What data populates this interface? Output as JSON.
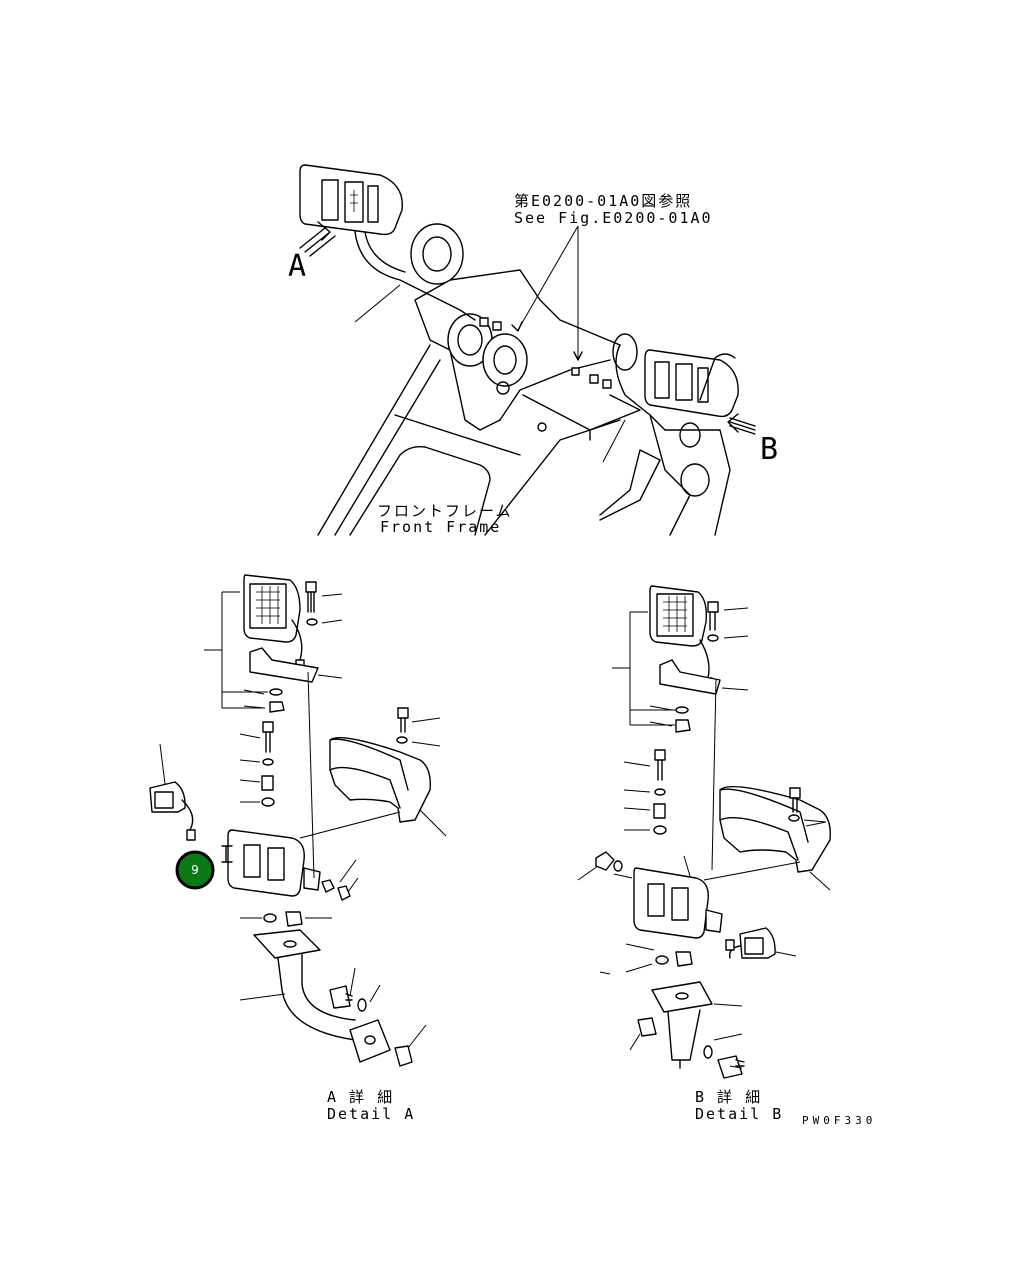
{
  "reference": {
    "jp": "第E0200-01A0図参照",
    "en": "See Fig.E0200-01A0"
  },
  "view_labels": {
    "a": "A",
    "b": "B"
  },
  "front_frame": {
    "jp": "フロントフレーム",
    "en": "Front Frame"
  },
  "detail_a": {
    "jp": "A 詳 細",
    "en": "Detail A"
  },
  "detail_b": {
    "jp": "B 詳 細",
    "en": "Detail B"
  },
  "drawing_code": "PW0F330",
  "callout": {
    "number": "9",
    "color": "#0b7a16"
  }
}
